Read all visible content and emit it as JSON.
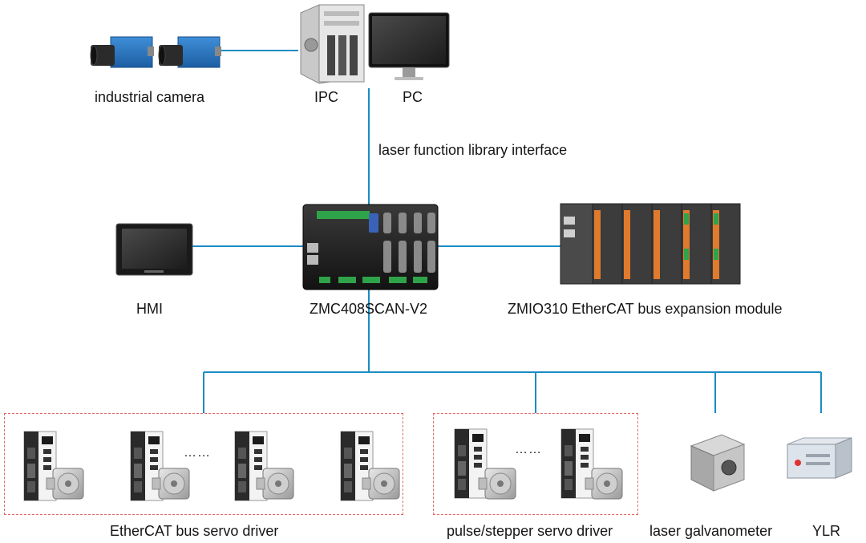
{
  "labels": {
    "industrial_camera": "industrial camera",
    "ipc": "IPC",
    "pc": "PC",
    "interface": "laser function library interface",
    "hmi": "HMI",
    "controller": "ZMC408SCAN-V2",
    "io_module": "ZMIO310 EtherCAT bus expansion module",
    "ethercat_servo": "EtherCAT bus servo driver",
    "pulse_servo": "pulse/stepper servo driver",
    "galvanometer": "laser galvanometer",
    "laser": "YLR",
    "ellipsis_ethercat": "……",
    "ellipsis_pulse": "……"
  },
  "colors": {
    "connection_line": "#1a8cc4",
    "group_border": "#e06a6a"
  }
}
